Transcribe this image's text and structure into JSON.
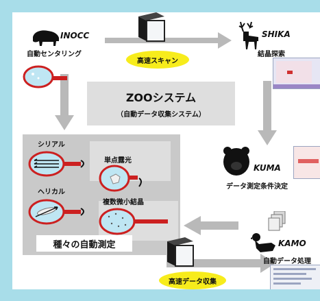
{
  "system": {
    "title": "ZOOシステム",
    "subtitle": "（自動データ収集システム）"
  },
  "inocc": {
    "name": "INOCC",
    "desc": "自動センタリング"
  },
  "shika": {
    "name": "SHIKA",
    "desc": "結晶探索"
  },
  "kuma": {
    "name": "KUMA",
    "desc": "データ測定条件決定"
  },
  "kamo": {
    "name": "KAMO",
    "desc": "自動データ処理"
  },
  "scan_label": "高速スキャン",
  "collect_label": "高速データ収集",
  "measurements": {
    "title": "種々の自動測定",
    "serial": "シリアル",
    "single": "単点露光",
    "helical": "ヘリカル",
    "multi": "複数微小結晶"
  },
  "colors": {
    "background": "#a8dde9",
    "highlight": "#f7ec1c",
    "arrow": "#b9b9b9",
    "loop": "#cc2020",
    "crystal": "#bfe6f3"
  }
}
